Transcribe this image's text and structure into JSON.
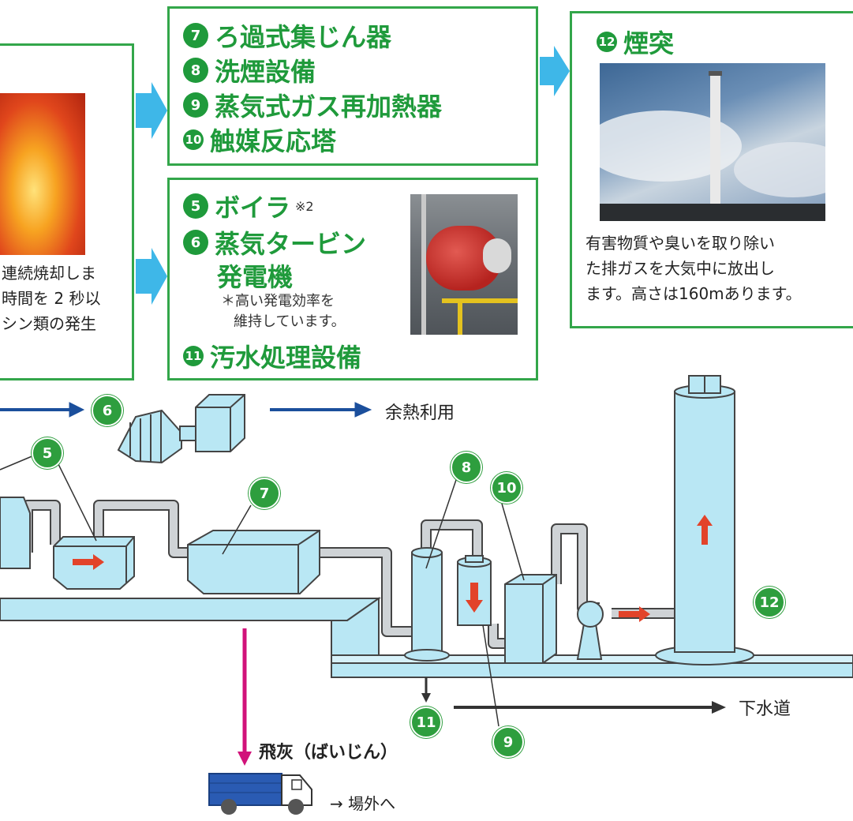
{
  "box_top": {
    "items": [
      {
        "num": "7",
        "label": "ろ過式集じん器"
      },
      {
        "num": "8",
        "label": "洗煙設備"
      },
      {
        "num": "9",
        "label": "蒸気式ガス再加熱器"
      },
      {
        "num": "10",
        "label": "触媒反応塔"
      }
    ]
  },
  "box_mid": {
    "item5": {
      "num": "5",
      "label": "ボイラ",
      "note": "※2"
    },
    "item6": {
      "num": "6",
      "label_line1": "蒸気タービン",
      "label_line2": "発電機"
    },
    "note_line1": "＊高い発電効率を",
    "note_line2": "維持しています。",
    "item11": {
      "num": "11",
      "label": "汚水処理設備"
    }
  },
  "box_chimney": {
    "num": "12",
    "title": "煙突",
    "desc_line1": "有害物質や臭いを取り除い",
    "desc_line2": "た排ガスを大気中に放出し",
    "desc_line3": "ます。高さは160mあります。"
  },
  "box_left": {
    "line1": "連続焼却しま",
    "line2": "時間を 2 秒以",
    "line3": "シン類の発生"
  },
  "diagram": {
    "badges": [
      "5",
      "6",
      "7",
      "8",
      "9",
      "10",
      "11",
      "12"
    ],
    "waste_heat": "余熱利用",
    "sewer": "下水道",
    "fly_ash": "飛灰（ばいじん）",
    "offsite": "→ 場外へ"
  },
  "colors": {
    "green": "#1f9a3b",
    "blue_arrow": "#1b4f9c",
    "cyan": "#b9e7f4",
    "outline": "#444444",
    "magenta": "#d1127a",
    "red": "#e2432a"
  }
}
